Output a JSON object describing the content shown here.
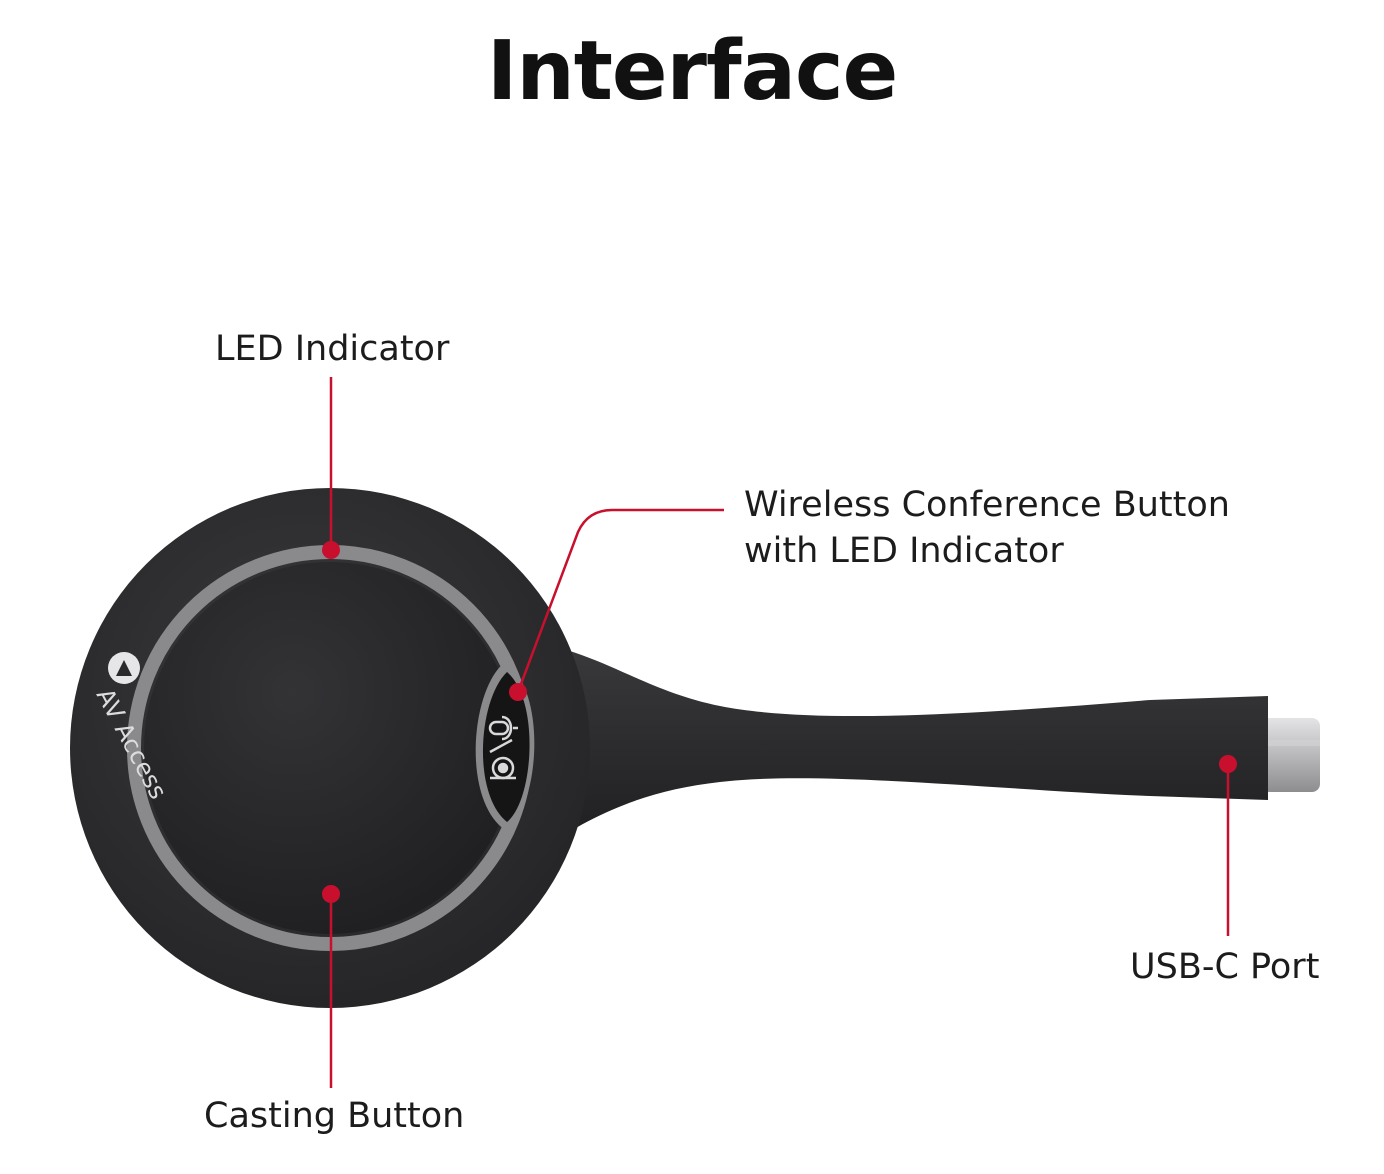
{
  "title": "Interface",
  "brand": {
    "logo_text": "AV Access"
  },
  "callouts": {
    "led_indicator": "LED Indicator",
    "wireless_button": {
      "line1": "Wireless Conference Button",
      "line2": "with LED Indicator"
    },
    "usb_c_port": "USB-C Port",
    "casting_button": "Casting Button"
  },
  "colors": {
    "accent": "#c8102e",
    "device_body": "#2f2f31",
    "ring": "#8a8a8c",
    "text": "#1c1c1c"
  },
  "icons": {
    "mic": "microphone-icon",
    "camera": "camera-icon",
    "logo": "av-access-logo-icon"
  }
}
